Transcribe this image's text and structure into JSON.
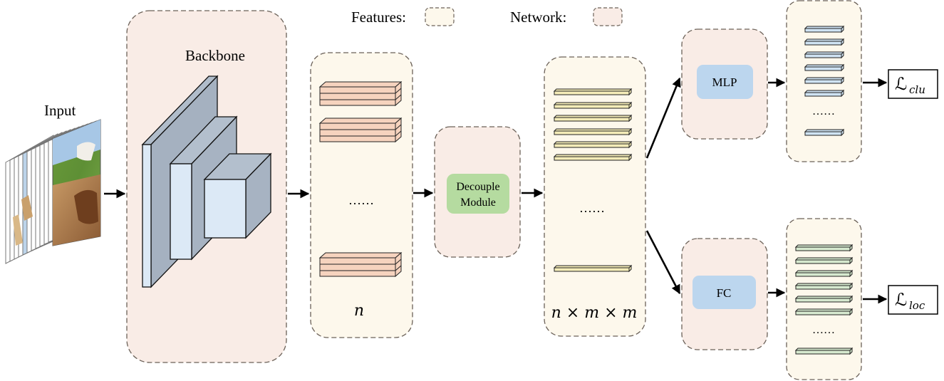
{
  "legend": {
    "features_label": "Features:",
    "network_label": "Network:"
  },
  "input": {
    "label": "Input"
  },
  "backbone": {
    "label": "Backbone"
  },
  "features_block": {
    "ellipsis": "……",
    "count_label": "n"
  },
  "decouple": {
    "line1": "Decouple",
    "line2": "Module"
  },
  "decoupled_features": {
    "ellipsis": "……",
    "count_label": "n × m × m"
  },
  "mlp_branch": {
    "label": "MLP",
    "ellipsis": "……",
    "loss_label": "ℒ",
    "loss_sub": "clu"
  },
  "fc_branch": {
    "label": "FC",
    "ellipsis": "……",
    "loss_label": "ℒ",
    "loss_sub": "loc"
  },
  "colors": {
    "feature_fill": "#fdf8ec",
    "network_fill": "#f9ece6",
    "dash_stroke": "#6b6158",
    "orange_bar": "#f6d3be",
    "yellow_bar": "#f4ecb8",
    "blue_bar": "#cfe3f3",
    "green_bar": "#d6e9cf",
    "decouple_fill": "#b5dba0",
    "head_fill": "#bcd6ee"
  }
}
